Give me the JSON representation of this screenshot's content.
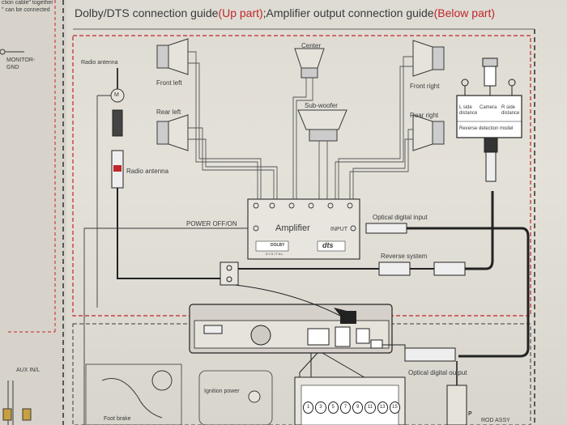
{
  "header": {
    "title_a": "Dolby/DTS connection guide",
    "title_b": "(Up part)",
    "title_c": ";Amplifier output connection guide",
    "title_d": "(Below part)"
  },
  "left_panel": {
    "fragment_1": "ction cable\" together",
    "fragment_2": "\" can be connected",
    "monitor_gnd": "MONITOR-\nGND",
    "aux": "AUX IN/L"
  },
  "labels": {
    "radio_antenna_top": "Radio antenna",
    "radio_antenna_side": "Radio antenna",
    "front_left": "Front left",
    "rear_left": "Rear left",
    "center": "Center",
    "sub_woofer": "Sub-woofer",
    "front_right": "Front right",
    "rear_right": "Rear right",
    "l_side": "L side\ndistance",
    "camera": "Camera",
    "r_side": "R side\ndistance",
    "reverse_module": "Reverse detection model",
    "amplifier": "Amplifier",
    "input": "INPUT",
    "power": "POWER  OFF/ON",
    "optical_input": "Optical digital input",
    "reverse_system": "Reverse system",
    "optical_output": "Optical digital output",
    "ignition": "Ignition power",
    "foot_brake": "Foot brake",
    "rod_assy": "ROD ASSY",
    "antenna_m": "M",
    "dolby": "DOLBY",
    "digital": "D I G I T A L",
    "dts": "dts",
    "p_badge": "P"
  },
  "pin_numbers": [
    "1",
    "3",
    "5",
    "7",
    "9",
    "11",
    "13",
    "15"
  ],
  "colors": {
    "red_dash": "#c0262a",
    "line": "#3a3a3a",
    "cable": "#222222"
  }
}
